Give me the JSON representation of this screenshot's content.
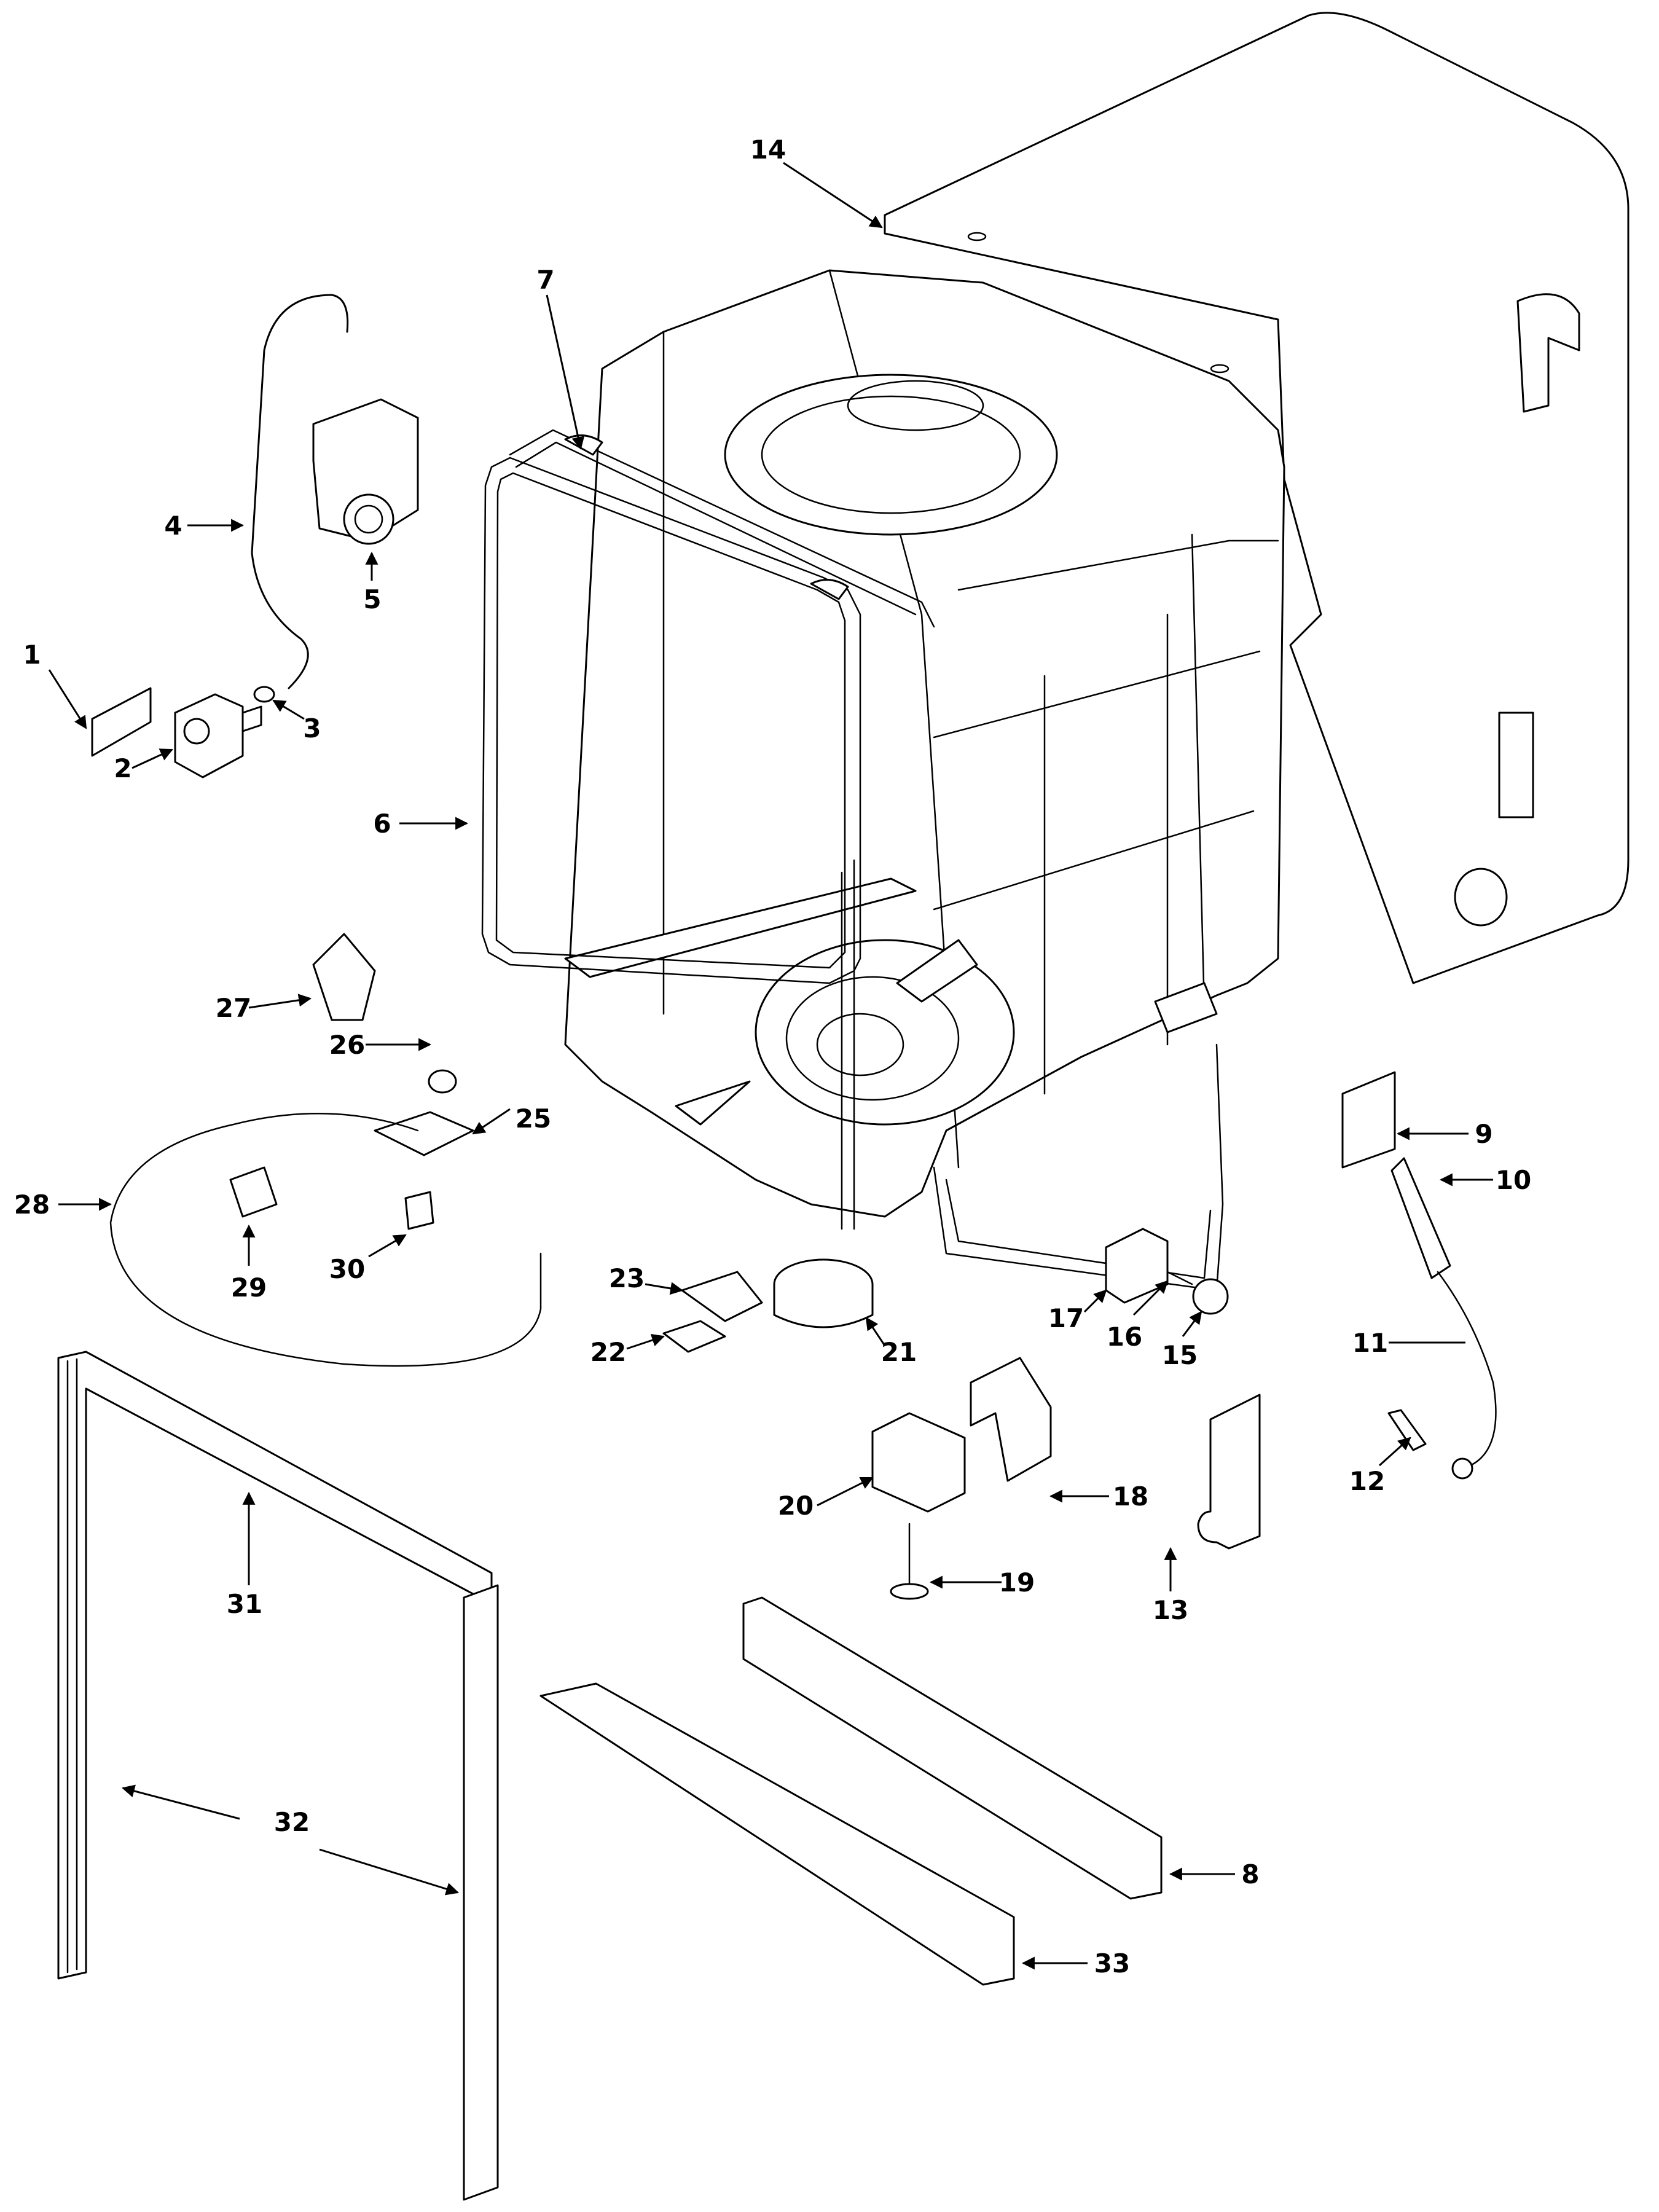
{
  "callouts": [
    "1",
    "2",
    "3",
    "4",
    "5",
    "6",
    "7",
    "8",
    "9",
    "10",
    "11",
    "12",
    "13",
    "14",
    "15",
    "16",
    "17",
    "18",
    "19",
    "20",
    "21",
    "22",
    "23",
    "25",
    "26",
    "27",
    "28",
    "29",
    "30",
    "31",
    "32",
    "33"
  ],
  "colors": {
    "line": "#000000",
    "background": "#ffffff"
  }
}
